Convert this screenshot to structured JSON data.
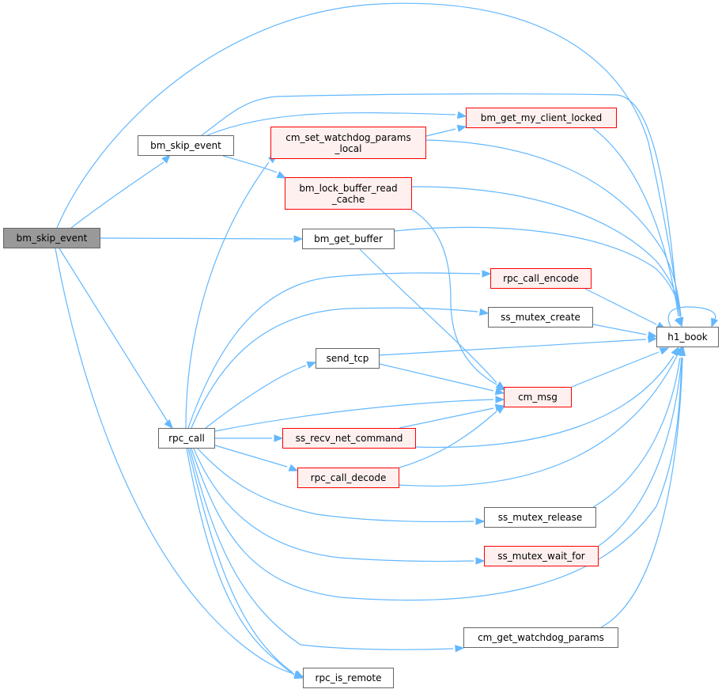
{
  "nodes": {
    "bm_skip_event_root": {
      "label": "bm_skip_event",
      "red": false,
      "root": true
    },
    "bm_skip_event": {
      "label": "bm_skip_event",
      "red": false
    },
    "cm_set_watchdog_params_local": {
      "label": "cm_set_watchdog_params\n_local",
      "red": true
    },
    "bm_get_my_client_locked": {
      "label": "bm_get_my_client_locked",
      "red": true
    },
    "bm_lock_buffer_read_cache": {
      "label": "bm_lock_buffer_read\n_cache",
      "red": true
    },
    "bm_get_buffer": {
      "label": "bm_get_buffer",
      "red": false
    },
    "rpc_call_encode": {
      "label": "rpc_call_encode",
      "red": true
    },
    "ss_mutex_create": {
      "label": "ss_mutex_create",
      "red": false
    },
    "h1_book": {
      "label": "h1_book",
      "red": false
    },
    "send_tcp": {
      "label": "send_tcp",
      "red": false
    },
    "cm_msg": {
      "label": "cm_msg",
      "red": true
    },
    "rpc_call": {
      "label": "rpc_call",
      "red": false
    },
    "ss_recv_net_command": {
      "label": "ss_recv_net_command",
      "red": true
    },
    "rpc_call_decode": {
      "label": "rpc_call_decode",
      "red": true
    },
    "ss_mutex_release": {
      "label": "ss_mutex_release",
      "red": false
    },
    "ss_mutex_wait_for": {
      "label": "ss_mutex_wait_for",
      "red": true
    },
    "cm_get_watchdog_params": {
      "label": "cm_get_watchdog_params",
      "red": false
    },
    "rpc_is_remote": {
      "label": "rpc_is_remote",
      "red": false
    }
  },
  "colors": {
    "edge": "#63b8ff",
    "red_border": "#ff0000",
    "red_fill": "#fff0f0",
    "root_fill": "#999999",
    "border": "#666666"
  }
}
